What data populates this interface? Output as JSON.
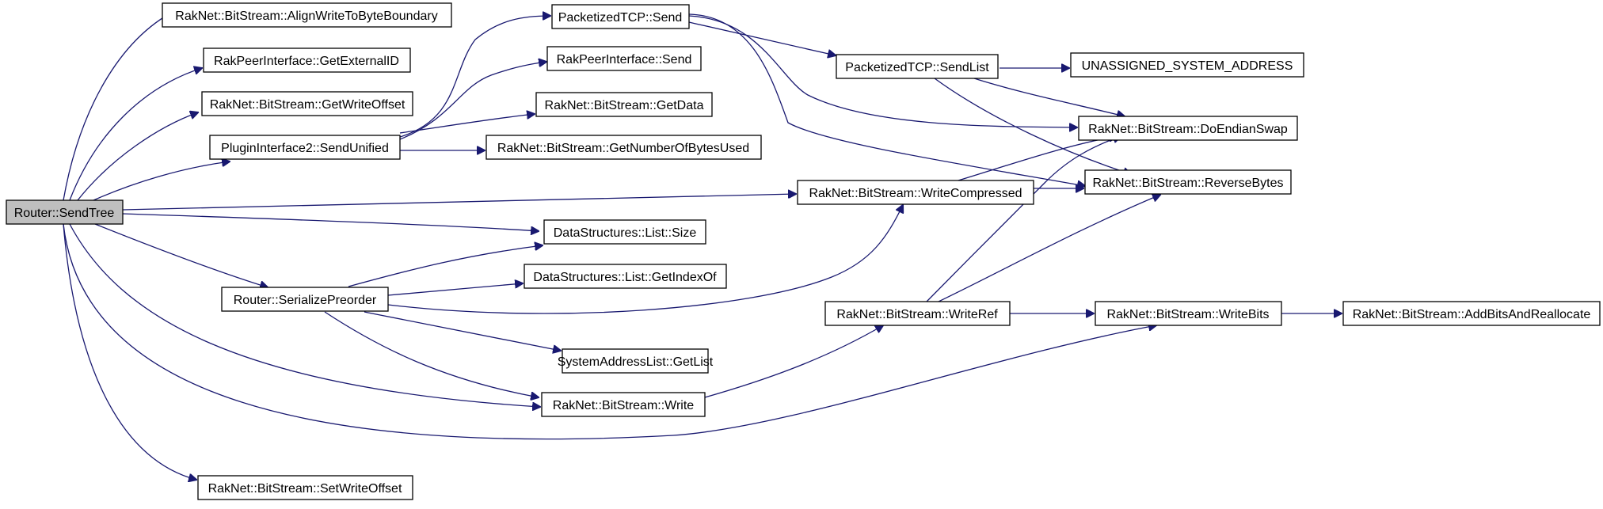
{
  "graph": {
    "edge_color": "#191970",
    "root_fill": "#bfbfbf",
    "nodes": {
      "root": "Router::SendTree",
      "align": "RakNet::BitStream::AlignWriteToByteBoundary",
      "extid": "RakPeerInterface::GetExternalID",
      "getwo": "RakNet::BitStream::GetWriteOffset",
      "sendu": "PluginInterface2::SendUnified",
      "ptsend": "PacketizedTCP::Send",
      "rpsend": "RakPeerInterface::Send",
      "getdata": "RakNet::BitStream::GetData",
      "numbytes": "RakNet::BitStream::GetNumberOfBytesUsed",
      "sendlist": "PacketizedTCP::SendList",
      "unassigned": "UNASSIGNED_SYSTEM_ADDRESS",
      "endian": "RakNet::BitStream::DoEndianSwap",
      "reverse": "RakNet::BitStream::ReverseBytes",
      "writec": "RakNet::BitStream::WriteCompressed",
      "lsize": "DataStructures::List::Size",
      "lidx": "DataStructures::List::GetIndexOf",
      "serial": "Router::SerializePreorder",
      "writeref": "RakNet::BitStream::WriteRef",
      "writebits": "RakNet::BitStream::WriteBits",
      "addbits": "RakNet::BitStream::AddBitsAndReallocate",
      "salist": "SystemAddressList::GetList",
      "write": "RakNet::BitStream::Write",
      "setwo": "RakNet::BitStream::SetWriteOffset"
    }
  }
}
